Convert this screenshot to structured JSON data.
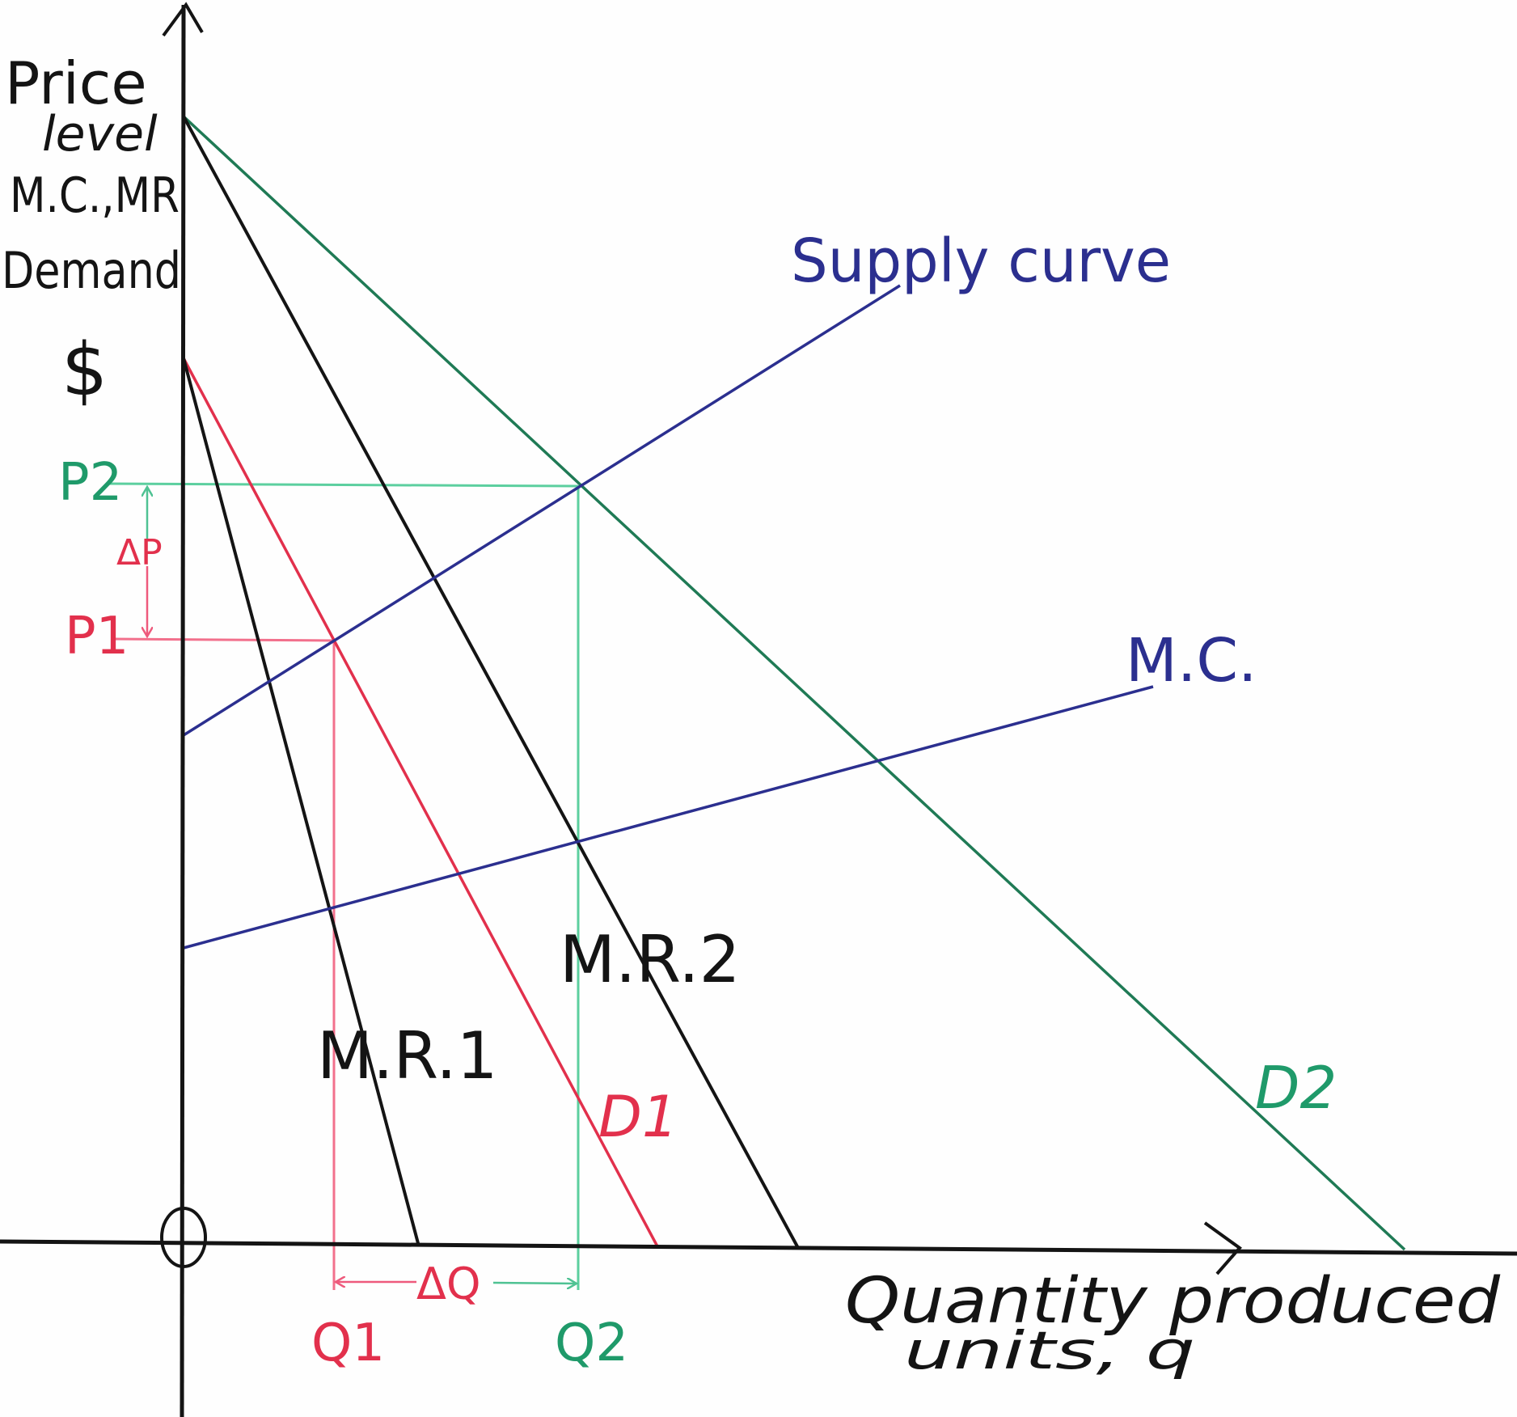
{
  "axes": {
    "y_label_lines": [
      "Price",
      "level",
      "M.C.,MR",
      "Demand"
    ],
    "y_unit": "$",
    "x_label_lines": [
      "Quantity produced",
      "units, q"
    ],
    "origin_label": "O"
  },
  "curves": {
    "supply": "Supply curve",
    "marginal_cost": "M.C.",
    "marginal_revenue_1": "M.R.1",
    "marginal_revenue_2": "M.R.2",
    "demand_1": "D1",
    "demand_2": "D2"
  },
  "markers": {
    "p1": "P1",
    "p2": "P2",
    "delta_p": "ΔP",
    "q1": "Q1",
    "q2": "Q2",
    "delta_q": "ΔQ"
  },
  "colors": {
    "axis": "#141414",
    "supply_mc": "#2b2f8f",
    "demand_1": "#e2304c",
    "demand_2": "#1f7a55",
    "p2_q2_guides": "#5ccf9f",
    "p1_q1_guides": "#f2708c"
  }
}
